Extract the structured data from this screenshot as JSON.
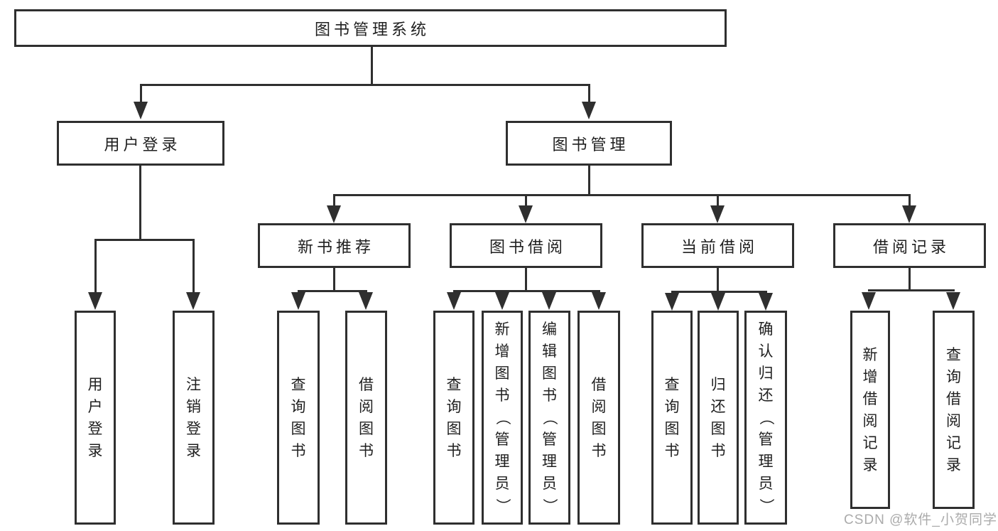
{
  "diagram": {
    "root": {
      "label": "图书管理系统"
    },
    "level2": [
      {
        "label": "用户登录"
      },
      {
        "label": "图书管理"
      }
    ],
    "level3": [
      {
        "label": "新书推荐"
      },
      {
        "label": "图书借阅"
      },
      {
        "label": "当前借阅"
      },
      {
        "label": "借阅记录"
      }
    ],
    "leaves": {
      "user_login": [
        {
          "label": "用户登录"
        },
        {
          "label": "注销登录"
        }
      ],
      "new_books": [
        {
          "label": "查询图书"
        },
        {
          "label": "借阅图书"
        }
      ],
      "book_borrow": [
        {
          "label": "查询图书"
        },
        {
          "label": "新增图书（管理员）"
        },
        {
          "label": "编辑图书（管理员）"
        },
        {
          "label": "借阅图书"
        }
      ],
      "current_borrow": [
        {
          "label": "查询图书"
        },
        {
          "label": "归还图书"
        },
        {
          "label": "确认归还（管理员）"
        }
      ],
      "borrow_records": [
        {
          "label": "新增借阅记录"
        },
        {
          "label": "查询借阅记录"
        }
      ]
    }
  },
  "watermark": {
    "text": "CSDN @软件_小贺同学"
  },
  "colors": {
    "line": "#2f2f2f",
    "text": "#1f1f1f",
    "watermark": "#ababab",
    "background": "#ffffff"
  }
}
